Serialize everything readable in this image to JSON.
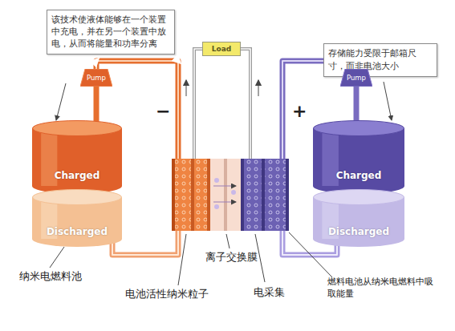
{
  "diagram": {
    "nodes": [
      {
        "text": [
          "该技术使液体能够在一个装置中充电，并在另一个装置中放电，从而将能量和功率分离"
        ]
      },
      {
        "text": [
          "Pump"
        ]
      },
      {
        "text": [
          "Load"
        ]
      },
      {
        "text": [
          "存储能力受限于邮箱尺寸，而非电池大小"
        ]
      },
      {
        "text": [
          "Pump"
        ]
      },
      {
        "text": [
          "Charged"
        ]
      },
      {
        "text": [
          "Discharged"
        ]
      },
      {
        "text": [
          "Charged"
        ]
      },
      {
        "text": [
          "Discharged"
        ]
      }
    ],
    "labels": [
      "−",
      "+",
      "纳米电燃料池",
      "电池活性纳米粒子",
      "离子交换膜",
      "电采集",
      "燃料电池从纳米电燃料中吸取能量"
    ]
  }
}
